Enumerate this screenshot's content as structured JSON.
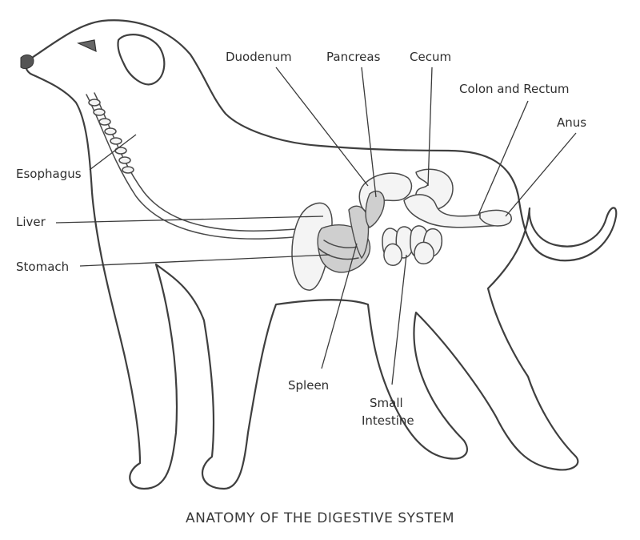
{
  "caption": "ANATOMY OF THE DIGESTIVE SYSTEM",
  "labels": {
    "duodenum": "Duodenum",
    "pancreas": "Pancreas",
    "cecum": "Cecum",
    "colon_rectum": "Colon and Rectum",
    "anus": "Anus",
    "esophagus": "Esophagus",
    "liver": "Liver",
    "stomach": "Stomach",
    "spleen": "Spleen",
    "small_intestine_line1": "Small",
    "small_intestine_line2": "Intestine"
  }
}
